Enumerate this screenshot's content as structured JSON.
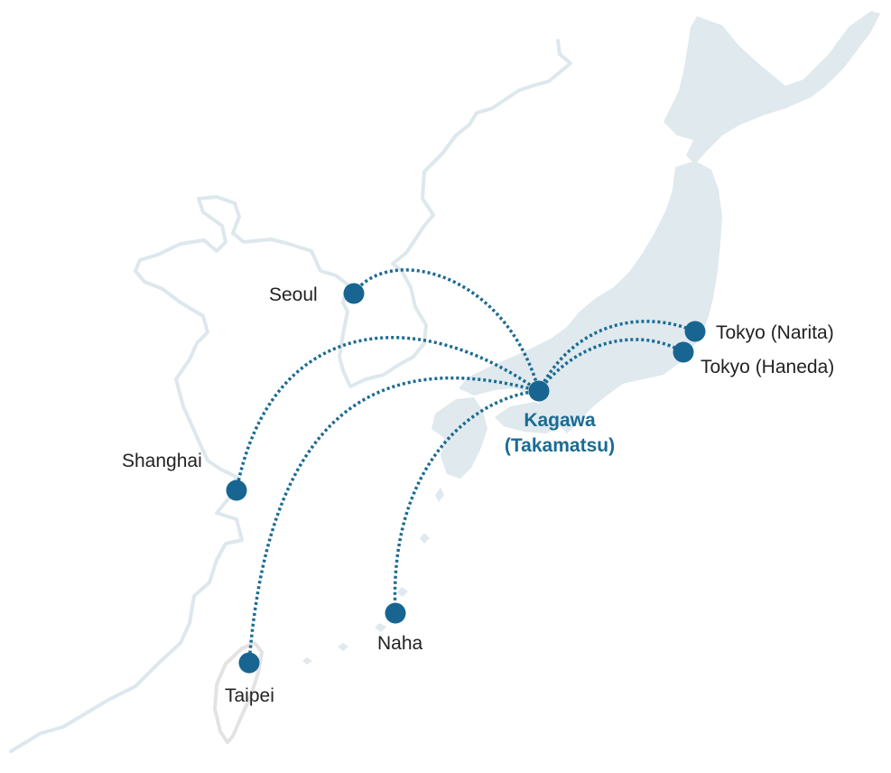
{
  "colors": {
    "route": "#1a6b93",
    "marker": "#176590",
    "hub_text": "#1a6b93",
    "japan_land": "#dfe9ee",
    "mainland_outline": "#dde8ed",
    "taiwan_outline": "#e3e3e3"
  },
  "hub": {
    "name_line1": "Kagawa",
    "name_line2": "(Takamatsu)"
  },
  "destinations": {
    "seoul": "Seoul",
    "narita": "Tokyo (Narita)",
    "haneda": "Tokyo (Haneda)",
    "shanghai": "Shanghai",
    "taipei": "Taipei",
    "naha": "Naha"
  }
}
